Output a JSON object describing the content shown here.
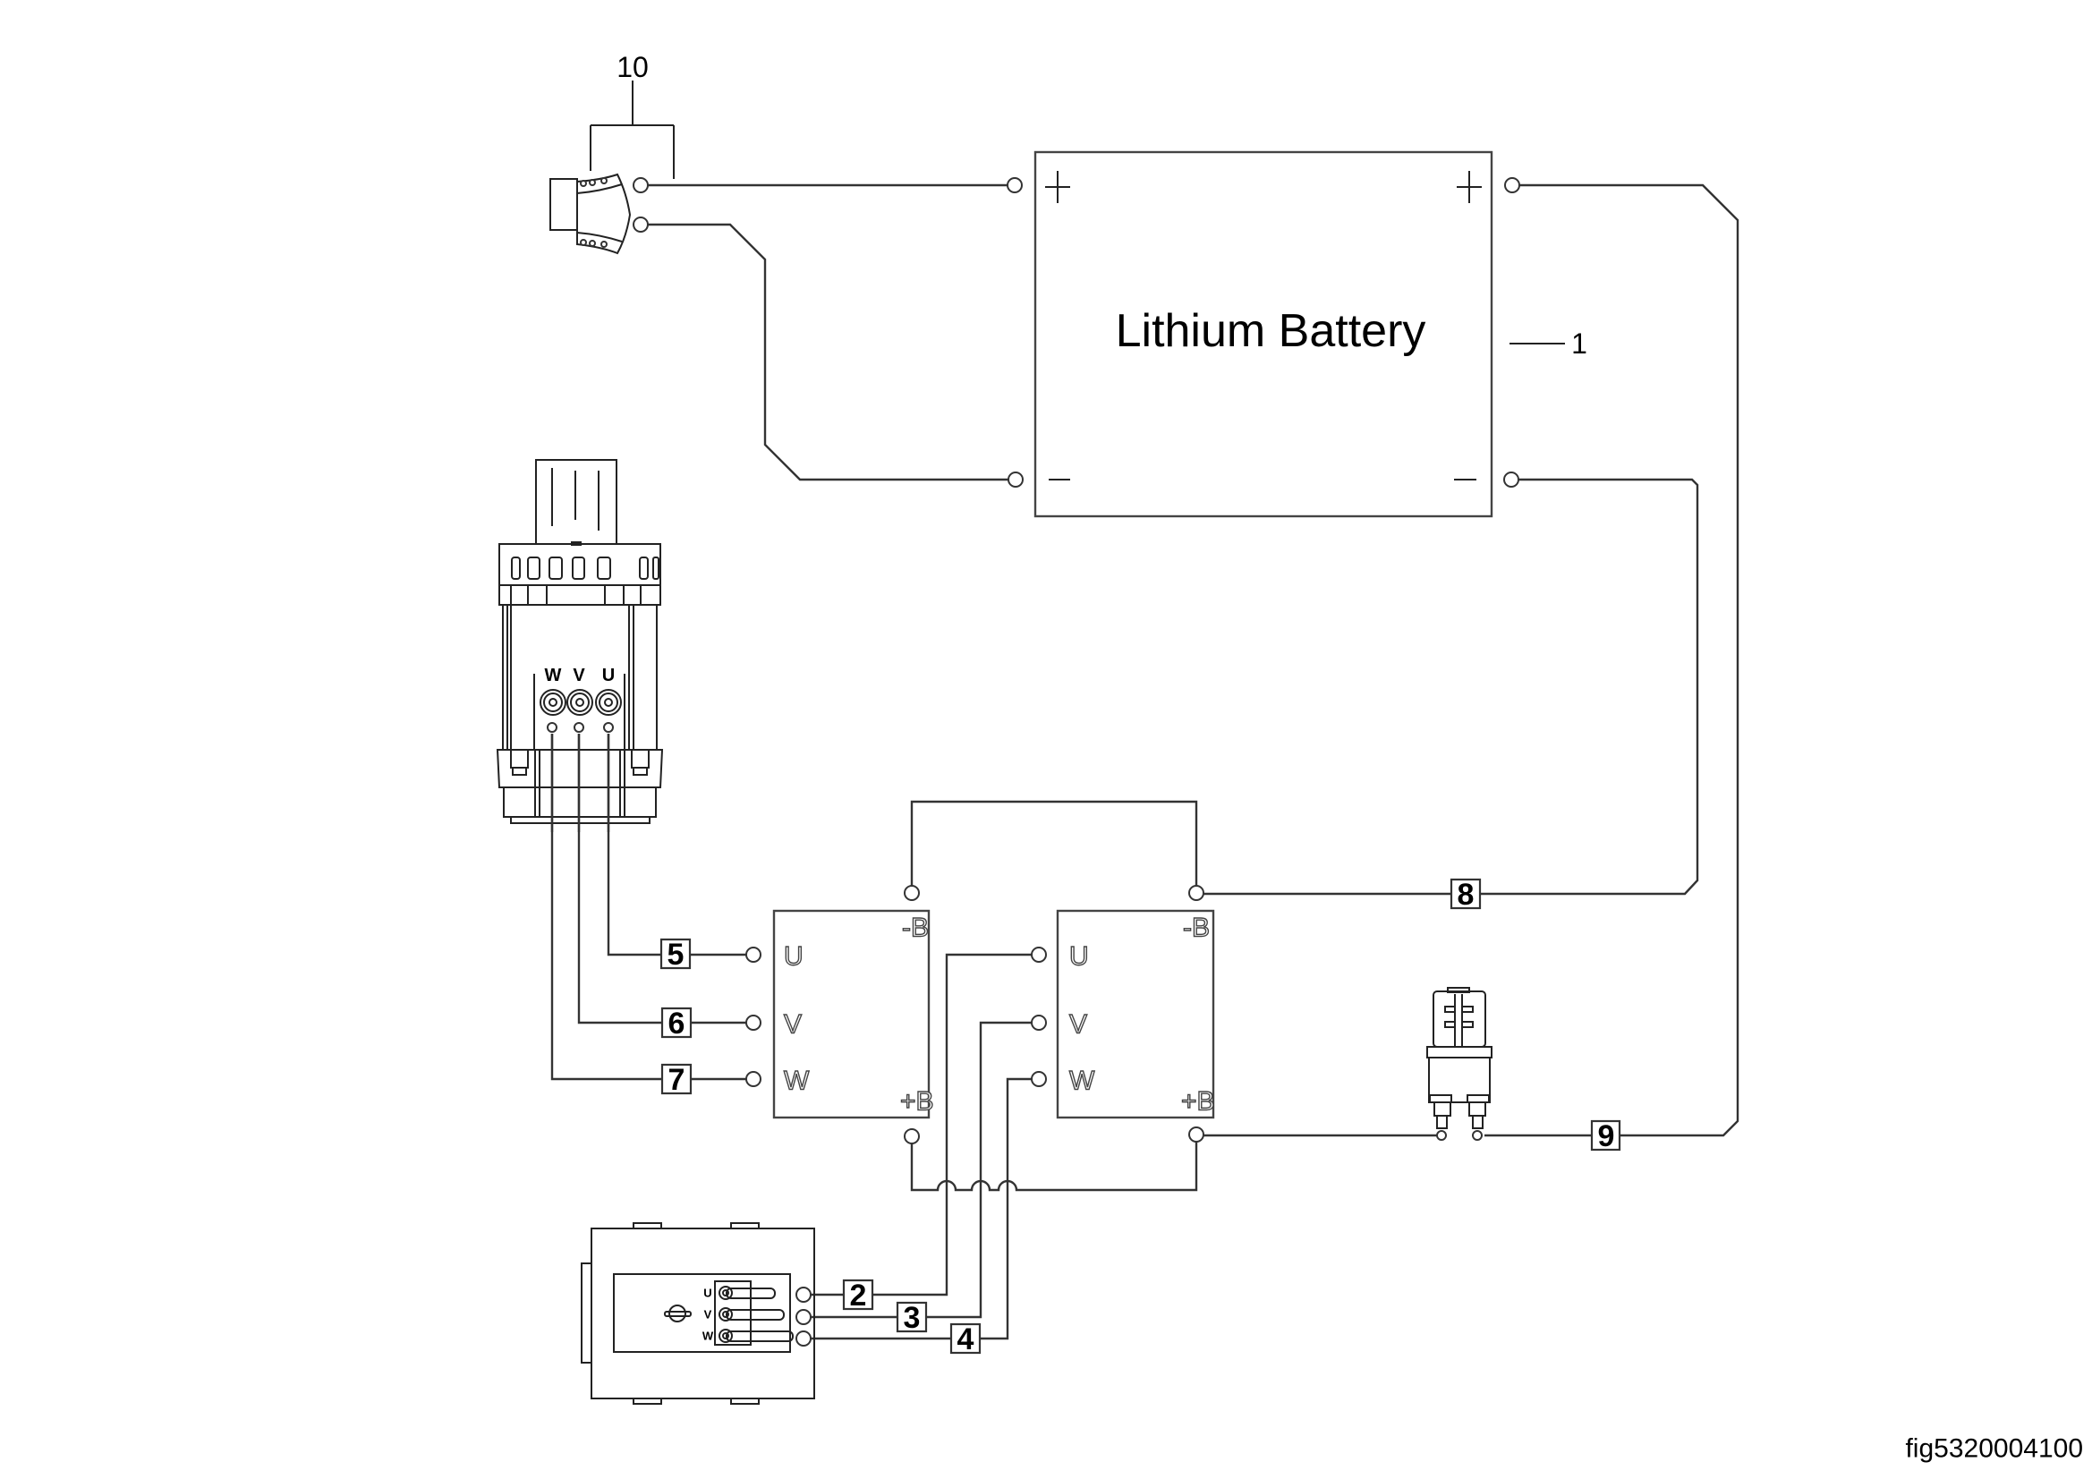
{
  "figure": {
    "id": "fig5320004100",
    "battery": {
      "title": "Lithium Battery",
      "callout": "1",
      "plus": "+",
      "minus": "—"
    },
    "connector_callout": "10",
    "motor": {
      "phase_labels": [
        "W",
        "V",
        "U"
      ]
    },
    "controllers": [
      {
        "name": "controller-left",
        "inputs": [
          "U",
          "V",
          "W"
        ],
        "neg": "-B",
        "pos": "+B"
      },
      {
        "name": "controller-right",
        "inputs": [
          "U",
          "V",
          "W"
        ],
        "neg": "-B",
        "pos": "+B"
      }
    ],
    "pump_unit": {
      "phase_labels": [
        "U",
        "V",
        "W"
      ]
    },
    "wire_labels": {
      "w2": "2",
      "w3": "3",
      "w4": "4",
      "w5": "5",
      "w6": "6",
      "w7": "7",
      "w8": "8",
      "w9": "9"
    }
  },
  "colors": {
    "line": "#333333",
    "background": "#ffffff",
    "text": "#000000"
  }
}
